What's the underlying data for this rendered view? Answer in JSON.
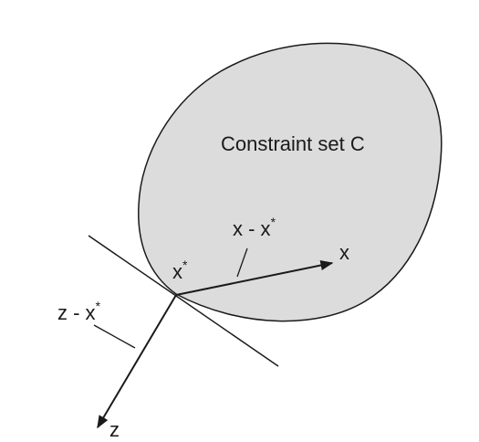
{
  "diagram": {
    "set_label": "Constraint set C",
    "point_label": {
      "base": "x",
      "sup": "*"
    },
    "x_label": "x",
    "z_label": "z",
    "x_minus_label": {
      "base": "x - x",
      "sup": "*"
    },
    "z_minus_label": {
      "base": "z - x",
      "sup": "*"
    },
    "colors": {
      "set_fill": "#dcdcdc",
      "stroke": "#1a1a1a",
      "text": "#1a1a1a",
      "background": "#ffffff"
    }
  }
}
